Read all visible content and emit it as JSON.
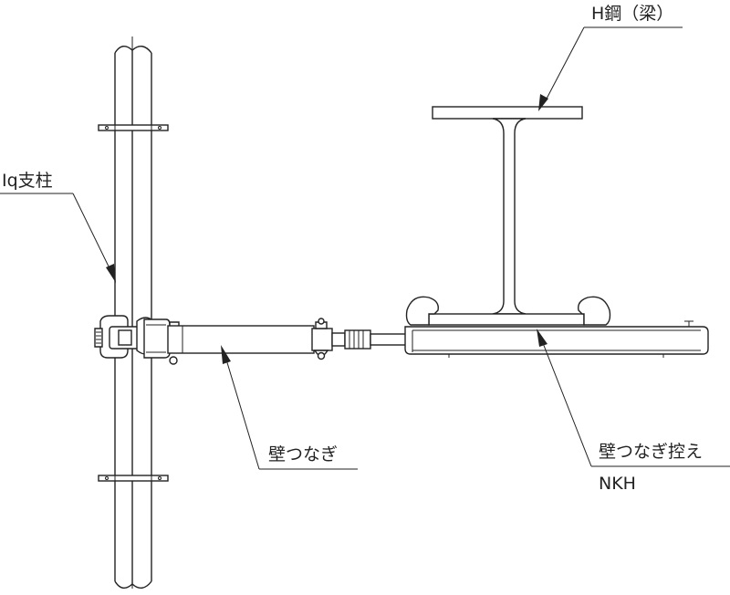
{
  "labels": {
    "h_beam": "H鋼（梁）",
    "column": "Iq支柱",
    "wall_tie": "壁つなぎ",
    "wall_tie_brace": "壁つなぎ控え",
    "model_code": "NKH"
  }
}
